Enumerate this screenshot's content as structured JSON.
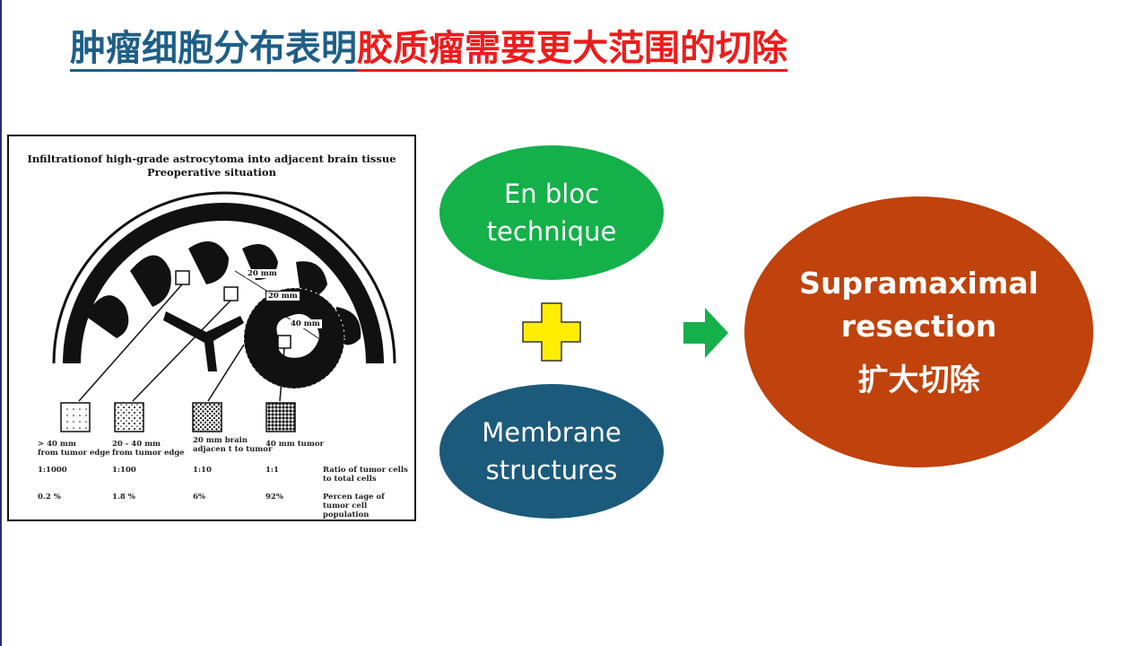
{
  "slide": {
    "title_part1": "肿瘤细胞分布表明",
    "title_part2": "胶质瘤需要更大范围的切除"
  },
  "figure": {
    "title_line1": "Infiltrationof high-grade astrocytoma into adjacent brain tissue",
    "title_line2": "Preoperative situation",
    "dim_labels": [
      "20 mm",
      "20 mm",
      "40 mm"
    ],
    "columns": [
      {
        "zone": "> 40 mm\nfrom tumor edge",
        "ratio": "1:1000",
        "percent": "0.2 %"
      },
      {
        "zone": "20 - 40 mm\nfrom tumor edge",
        "ratio": "1:100",
        "percent": "1.8 %"
      },
      {
        "zone": "20 mm brain\nadjacen t to tumor",
        "ratio": "1:10",
        "percent": "6%"
      },
      {
        "zone": "40 mm tumor",
        "ratio": "1:1",
        "percent": "92%"
      }
    ],
    "row_labels": {
      "ratio": "Ratio of tumor cells to total cells",
      "percent": "Percen tage of tumor cell population"
    }
  },
  "ovals": {
    "green_line1": "En bloc",
    "green_line2": "technique",
    "blue_line1": "Membrane",
    "blue_line2": "structures",
    "result_line1": "Supramaximal",
    "result_line2": "resection",
    "result_cn": "扩大切除"
  },
  "colors": {
    "title_blue": "#1f5f86",
    "title_red": "#ee1c1c",
    "green": "#14b04a",
    "blue": "#1c5a7c",
    "red": "#c0420c",
    "plus_yellow": "#ffee00",
    "arrow_green": "#14b04a"
  }
}
